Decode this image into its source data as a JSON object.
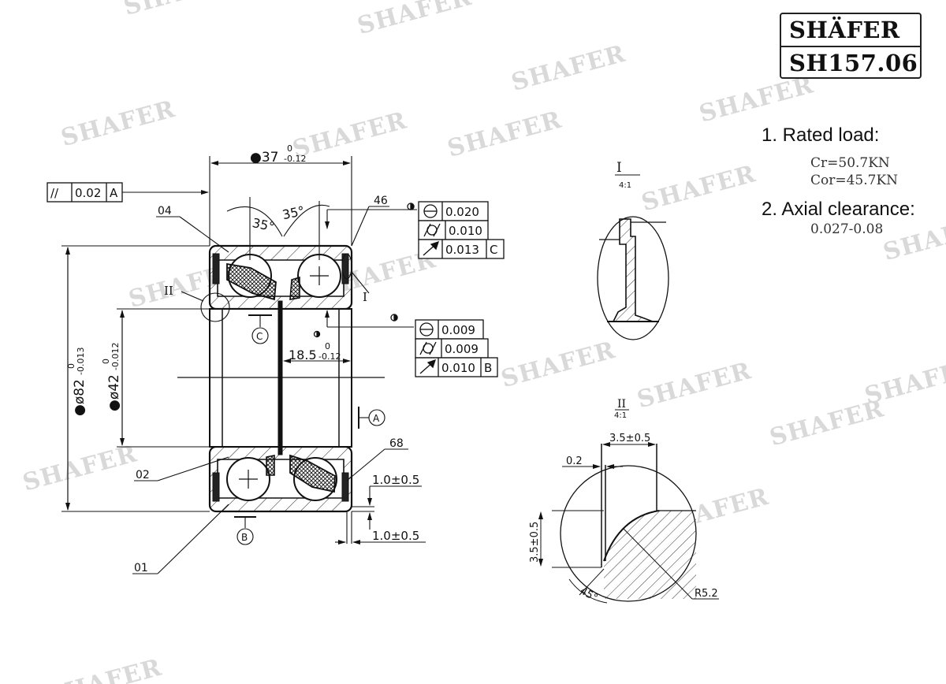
{
  "title_block": {
    "brand": "SHÄFER",
    "part_number": "SH157.06"
  },
  "specifications": {
    "rated_load_heading": "1. Rated load:",
    "cr": "Cr=50.7KN",
    "cor": "Cor=45.7KN",
    "axial_clearance_heading": "2. Axial clearance:",
    "axial_clearance_value": "0.027-0.08"
  },
  "watermark": "SHAFER",
  "main_view": {
    "width_dim": "●37",
    "width_tol_upper": "0",
    "width_tol_lower": "-0.12",
    "outer_dia_dim": "●ø82",
    "outer_dia_tol_upper": "0",
    "outer_dia_tol_lower": "-0.013",
    "inner_dia_dim": "●ø42",
    "inner_dia_tol_upper": "0",
    "inner_dia_tol_lower": "-0.012",
    "half_width_dim": "18.5",
    "half_width_tol_upper": "0",
    "half_width_tol_lower": "-0.12",
    "angle_left": "35°",
    "angle_right": "35°",
    "chamfer_radial": "1.0±0.5",
    "chamfer_axial": "1.0±0.5",
    "parallelism_frame": {
      "symbol": "//",
      "value": "0.02",
      "datum": "A"
    },
    "outer_frame": [
      {
        "symbol": "roundness",
        "value": "0.020",
        "datum": ""
      },
      {
        "symbol": "cylindricity",
        "value": "0.010",
        "datum": ""
      },
      {
        "symbol": "runout",
        "value": "0.013",
        "datum": "C"
      }
    ],
    "inner_frame": [
      {
        "symbol": "roundness",
        "value": "0.009",
        "datum": ""
      },
      {
        "symbol": "cylindricity",
        "value": "0.009",
        "datum": ""
      },
      {
        "symbol": "runout",
        "value": "0.010",
        "datum": "B"
      }
    ],
    "datums": {
      "a": "A",
      "b": "B",
      "c": "C"
    },
    "part_labels": {
      "p04": "04",
      "p46": "46",
      "p02": "02",
      "p68": "68",
      "p01": "01"
    },
    "detail_marks": {
      "one": "I",
      "two": "II"
    }
  },
  "detail_one": {
    "label": "I",
    "scale": "4:1"
  },
  "detail_two": {
    "label": "II",
    "scale": "4:1",
    "width_dim": "3.5±0.5",
    "height_dim": "3.5±0.5",
    "gap_dim": "0.2",
    "angle": "45°",
    "radius": "R5.2"
  }
}
